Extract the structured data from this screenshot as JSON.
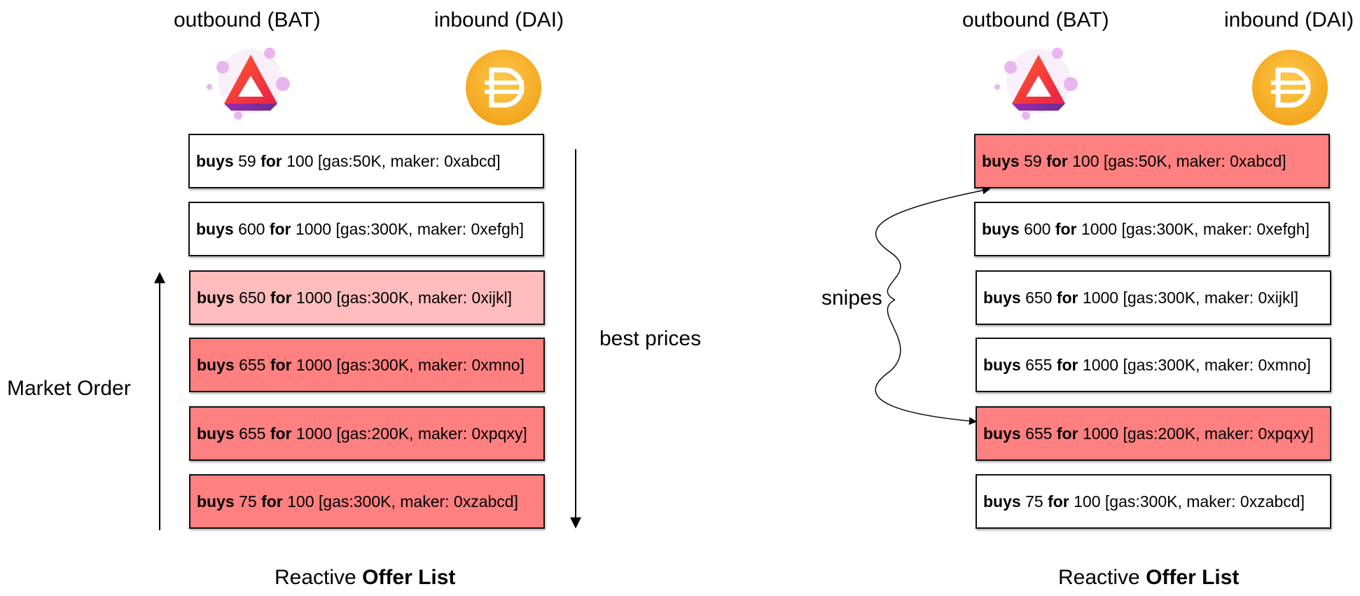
{
  "outbound_label": "outbound (BAT)",
  "inbound_label": "inbound (DAI)",
  "icons": {
    "outbound": "bat-token-icon",
    "inbound": "dai-token-icon"
  },
  "offer_words": {
    "buys": "buys",
    "for": "for"
  },
  "caption": {
    "normal": "Reactive",
    "bold": "Offer List"
  },
  "left_panel": {
    "market_order_label": "Market Order",
    "best_prices_label": "best prices",
    "offers": [
      {
        "buys": "59",
        "for": "100",
        "details": "[gas:50K, maker: 0xabcd]",
        "highlight": "none"
      },
      {
        "buys": "600",
        "for": "1000",
        "details": "[gas:300K, maker: 0xefgh]",
        "highlight": "none"
      },
      {
        "buys": "650",
        "for": "1000",
        "details": "[gas:300K, maker: 0xijkl]",
        "highlight": "light"
      },
      {
        "buys": "655",
        "for": "1000",
        "details": "[gas:300K, maker: 0xmno]",
        "highlight": "strong"
      },
      {
        "buys": "655",
        "for": "1000",
        "details": "[gas:200K, maker: 0xpqxy]",
        "highlight": "strong"
      },
      {
        "buys": "75",
        "for": "100",
        "details": "[gas:300K, maker: 0xzabcd]",
        "highlight": "strong"
      }
    ]
  },
  "right_panel": {
    "snipes_label": "snipes",
    "offers": [
      {
        "buys": "59",
        "for": "100",
        "details": "[gas:50K, maker: 0xabcd]",
        "highlight": "strong"
      },
      {
        "buys": "600",
        "for": "1000",
        "details": "[gas:300K, maker: 0xefgh]",
        "highlight": "none"
      },
      {
        "buys": "650",
        "for": "1000",
        "details": "[gas:300K, maker: 0xijkl]",
        "highlight": "none"
      },
      {
        "buys": "655",
        "for": "1000",
        "details": "[gas:300K, maker: 0xmno]",
        "highlight": "none"
      },
      {
        "buys": "655",
        "for": "1000",
        "details": "[gas:200K, maker: 0xpqxy]",
        "highlight": "strong"
      },
      {
        "buys": "75",
        "for": "100",
        "details": "[gas:300K, maker: 0xzabcd]",
        "highlight": "none"
      }
    ]
  },
  "colors": {
    "highlight_light": "#ffbcbc",
    "highlight_strong": "#ff8080",
    "dai_gold": "#f5ac37"
  }
}
